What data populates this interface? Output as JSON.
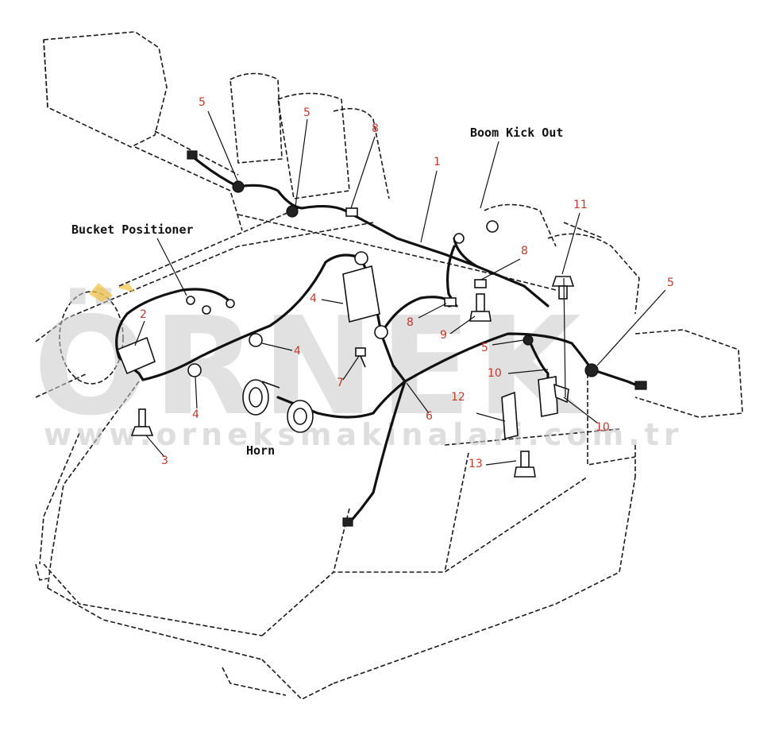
{
  "diagram": {
    "captions": {
      "boom_kick_out": "Boom Kick Out",
      "bucket_positioner": "Bucket Positioner",
      "horn": "Horn"
    },
    "callouts": [
      "5",
      "5",
      "8",
      "1",
      "11",
      "8",
      "5",
      "2",
      "4",
      "8",
      "9",
      "5",
      "4",
      "7",
      "10",
      "12",
      "4",
      "6",
      "10",
      "3",
      "13"
    ],
    "watermark": {
      "brand": "ÖRNEK",
      "url": "www.orneksmakinalari.com.tr"
    },
    "colors": {
      "callout": "#c0392b",
      "line": "#111111",
      "watermark": "#c8c8c8",
      "accent": "#f0c040"
    }
  }
}
